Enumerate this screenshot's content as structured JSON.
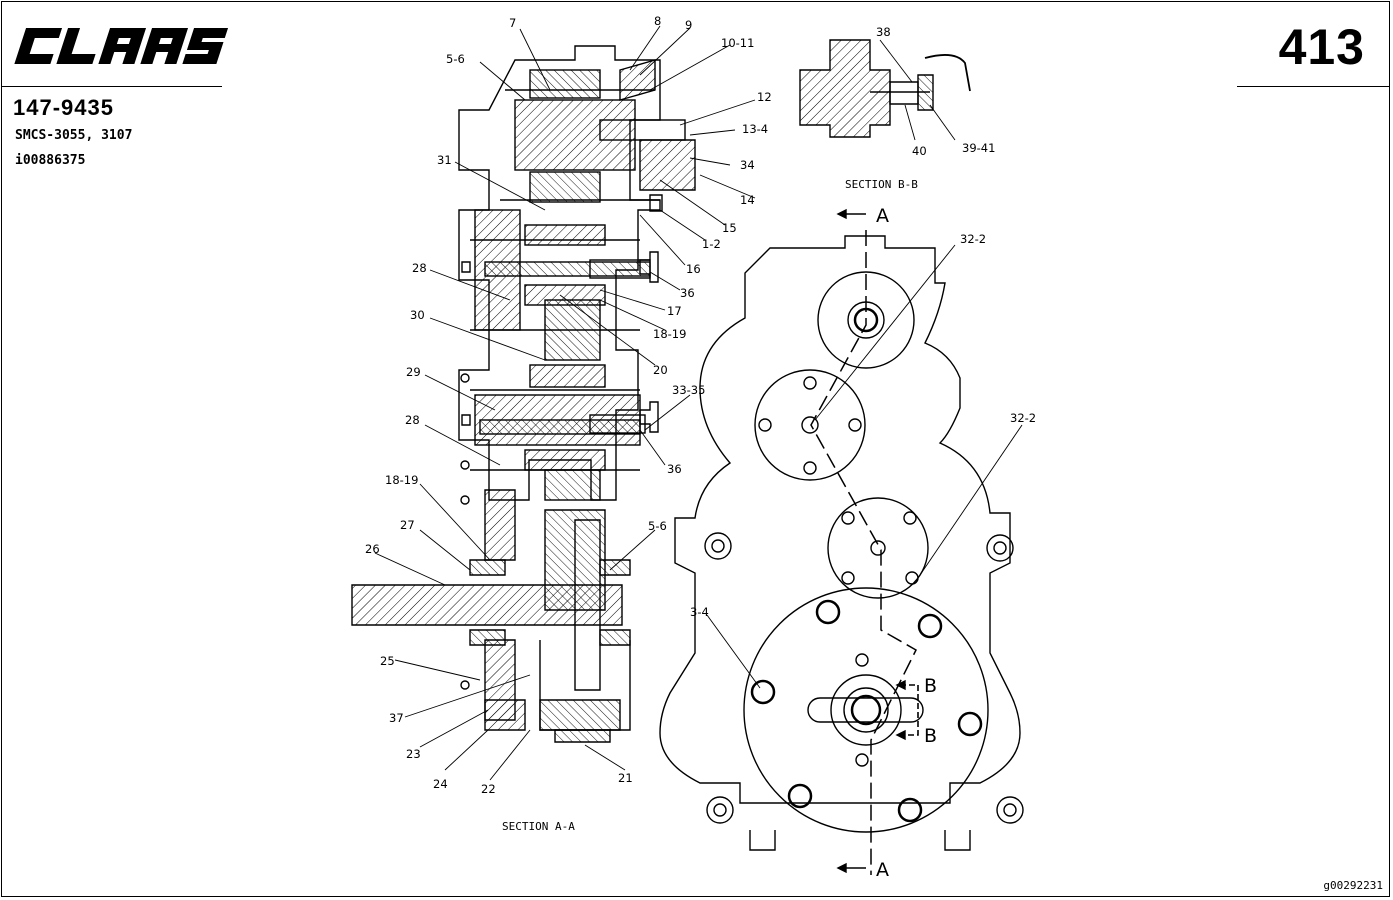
{
  "header": {
    "brand": "CLAAS",
    "page_number": "413",
    "part_number": "147-9435",
    "smcs": "SMCS-3055, 3107",
    "illustration_id": "i00886375"
  },
  "footer": {
    "figure_id": "g00292231"
  },
  "section_labels": {
    "section_aa": "SECTION A-A",
    "section_bb": "SECTION B-B",
    "marker_a_top": "A",
    "marker_a_bottom": "A",
    "marker_b_top": "B",
    "marker_b_bottom": "B"
  },
  "callouts": {
    "c7": "7",
    "c8": "8",
    "c9": "9",
    "c10_11": "10-11",
    "c5_6_top": "5-6",
    "c12": "12",
    "c13_4": "13-4",
    "c34": "34",
    "c31": "31",
    "c14": "14",
    "c15": "15",
    "c1_2": "1-2",
    "c16": "16",
    "c36_top": "36",
    "c28_top": "28",
    "c17": "17",
    "c30": "30",
    "c18_19_top": "18-19",
    "c20": "20",
    "c29": "29",
    "c33_35": "33-35",
    "c28_mid": "28",
    "c36_mid": "36",
    "c18_19_bot": "18-19",
    "c27": "27",
    "c5_6_bot": "5-6",
    "c26": "26",
    "c25": "25",
    "c37": "37",
    "c23": "23",
    "c24": "24",
    "c22": "22",
    "c21": "21",
    "c38": "38",
    "c40": "40",
    "c39_41": "39-41",
    "c32_2_top": "32-2",
    "c32_2_bot": "32-2",
    "c3_4": "3-4"
  },
  "colors": {
    "ink": "#000000",
    "paper": "#ffffff"
  }
}
